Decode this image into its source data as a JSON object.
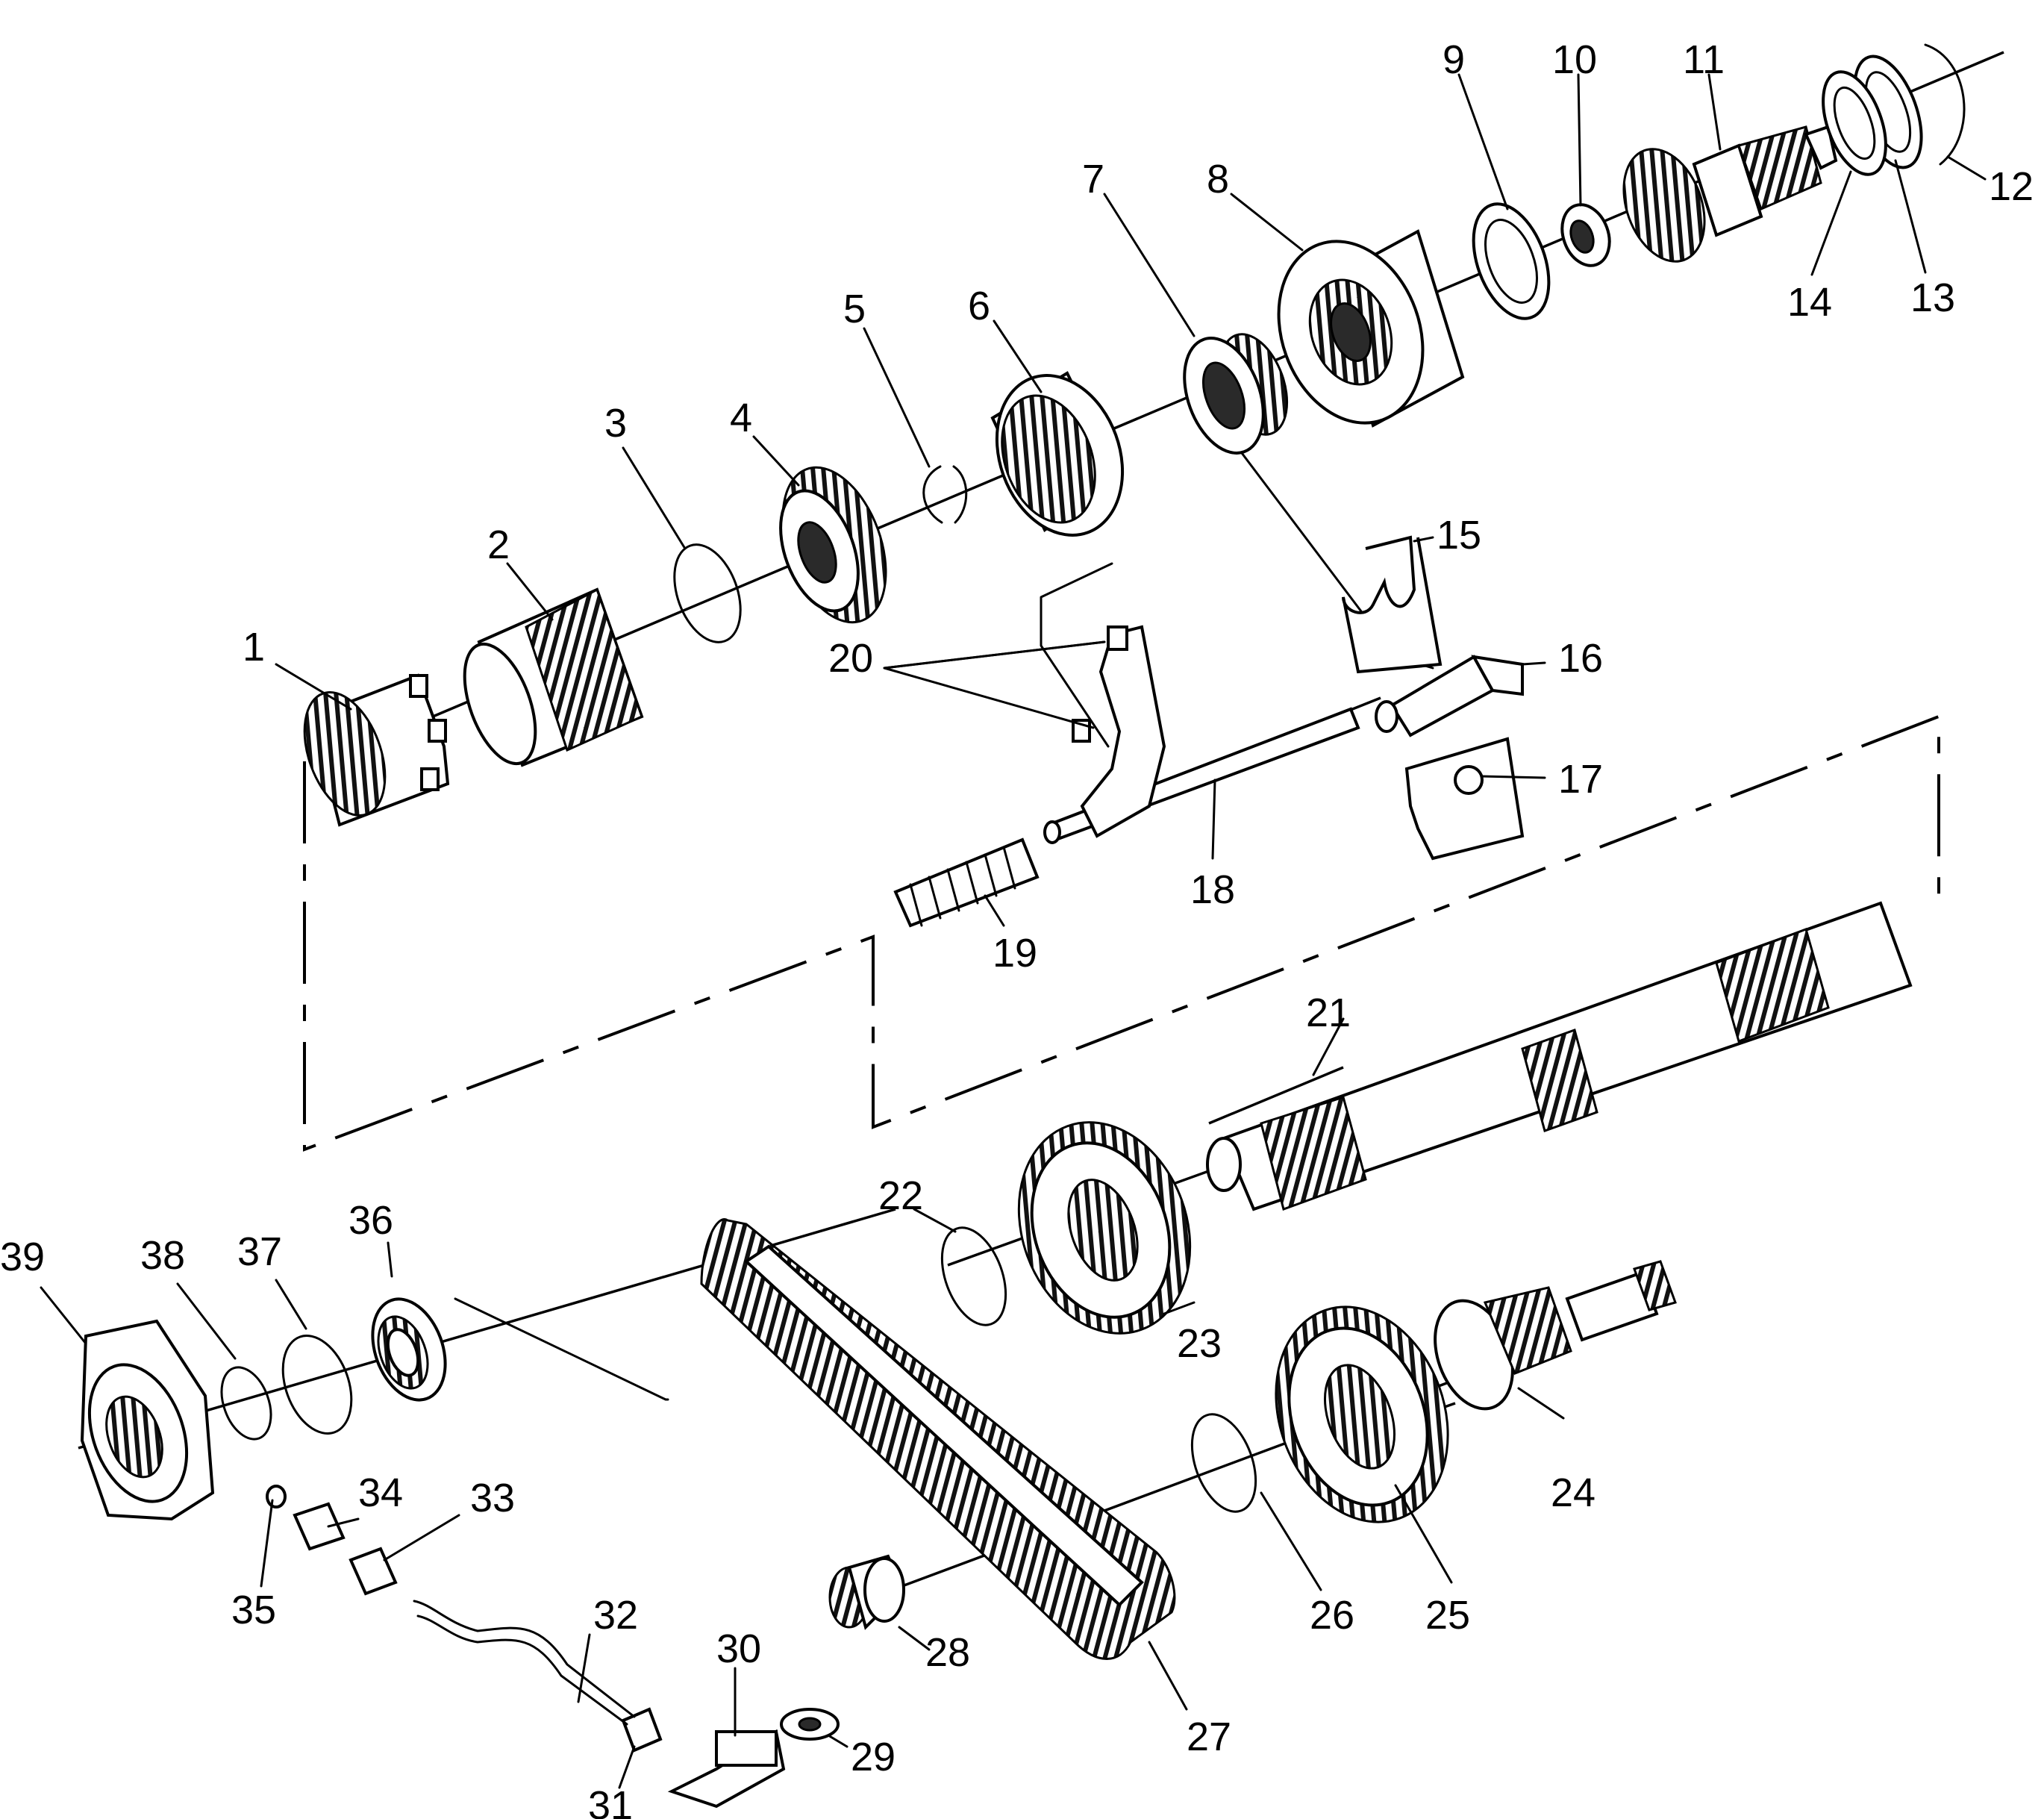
{
  "callouts": [
    {
      "id": "1",
      "text": "1"
    },
    {
      "id": "2",
      "text": "2"
    },
    {
      "id": "3",
      "text": "3"
    },
    {
      "id": "4",
      "text": "4"
    },
    {
      "id": "5",
      "text": "5"
    },
    {
      "id": "6",
      "text": "6"
    },
    {
      "id": "7",
      "text": "7"
    },
    {
      "id": "8",
      "text": "8"
    },
    {
      "id": "9",
      "text": "9"
    },
    {
      "id": "10",
      "text": "10"
    },
    {
      "id": "11",
      "text": "11"
    },
    {
      "id": "12",
      "text": "12"
    },
    {
      "id": "13",
      "text": "13"
    },
    {
      "id": "14",
      "text": "14"
    },
    {
      "id": "15",
      "text": "15"
    },
    {
      "id": "16",
      "text": "16"
    },
    {
      "id": "17",
      "text": "17"
    },
    {
      "id": "18",
      "text": "18"
    },
    {
      "id": "19",
      "text": "19"
    },
    {
      "id": "20",
      "text": "20"
    },
    {
      "id": "21",
      "text": "21"
    },
    {
      "id": "22",
      "text": "22"
    },
    {
      "id": "23",
      "text": "23"
    },
    {
      "id": "24",
      "text": "24"
    },
    {
      "id": "25",
      "text": "25"
    },
    {
      "id": "26",
      "text": "26"
    },
    {
      "id": "27",
      "text": "27"
    },
    {
      "id": "28",
      "text": "28"
    },
    {
      "id": "29",
      "text": "29"
    },
    {
      "id": "30",
      "text": "30"
    },
    {
      "id": "31",
      "text": "31"
    },
    {
      "id": "32",
      "text": "32"
    },
    {
      "id": "33",
      "text": "33"
    },
    {
      "id": "34",
      "text": "34"
    },
    {
      "id": "35",
      "text": "35"
    },
    {
      "id": "36",
      "text": "36"
    },
    {
      "id": "37",
      "text": "37"
    },
    {
      "id": "38",
      "text": "38"
    },
    {
      "id": "39",
      "text": "39"
    }
  ]
}
